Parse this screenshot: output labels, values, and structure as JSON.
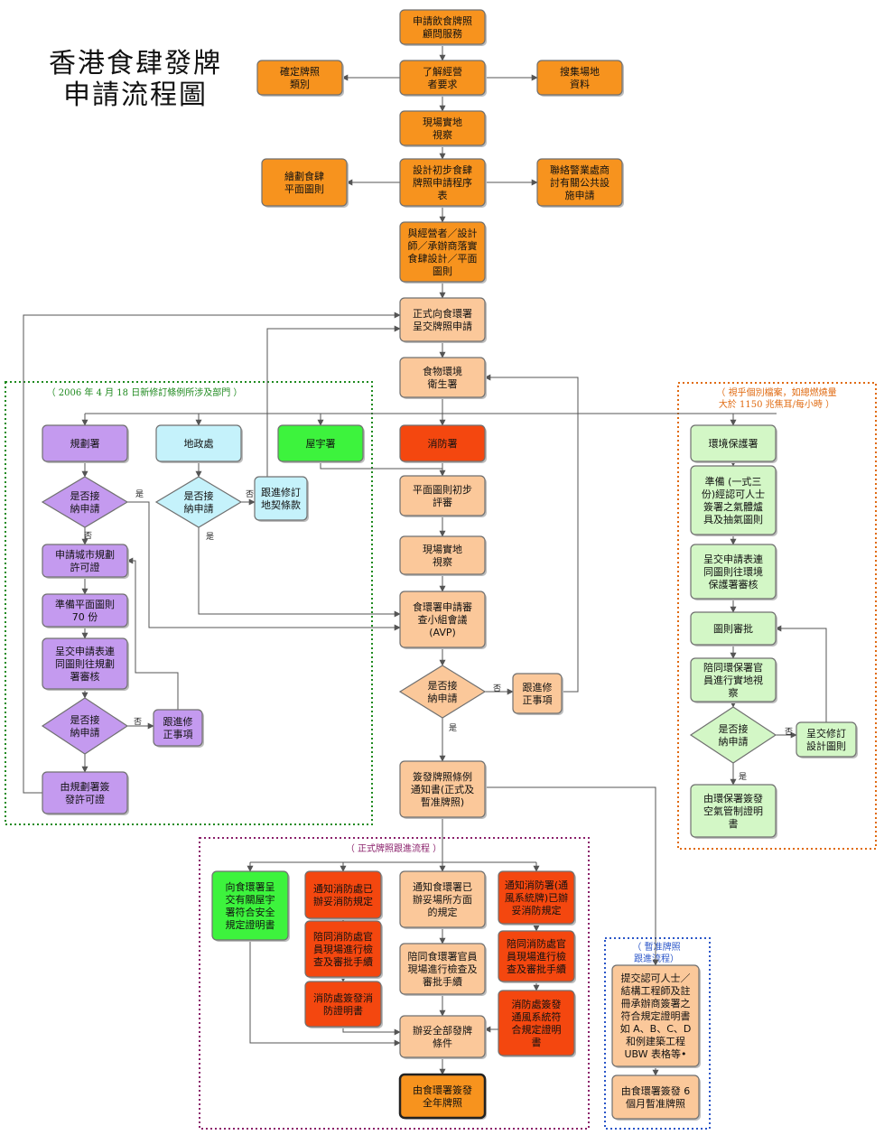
{
  "title": {
    "line1": "香港食肆發牌",
    "line2": "申請流程圖"
  },
  "colors": {
    "orange": "#f7931e",
    "peach": "#fbc89a",
    "purple": "#c49aef",
    "cyan": "#c5f2fb",
    "green": "#3df33d",
    "red": "#f4470f",
    "lightgreen": "#d3f7c6",
    "edge": "#707070"
  },
  "groups": {
    "g2006": "（ 2006 年 4 月 18 日新修訂條例所涉及部門 ）",
    "env": "（ 視乎個別檔案，如總燃燒量\n大於 1150 兆焦耳/每小時 ）",
    "formal": "（ 正式牌照跟進流程 ）",
    "temp": "（ 暫准牌照\n跟進流程）"
  },
  "yn": {
    "yes": "是",
    "no": "否"
  },
  "nodes": {
    "n1": "申請飲食牌照\n顧問服務",
    "n2": "了解經營\n者要求",
    "n2l": "確定牌照\n類別",
    "n2r": "搜集場地\n資料",
    "n3": "現場實地\n視察",
    "n4": "設計初步食肆\n牌照申請程序\n表",
    "n4l": "繪劃食肆\n平面圖則",
    "n4r": "聯絡警業處商\n討有關公共設\n施申請",
    "n5": "與經營者／設計\n師／承辦商落實\n食肆設計／平面\n圖則",
    "n6": "正式向食環署\n呈交牌照申請",
    "n7": "食物環境\n衛生署",
    "planning": "規劃署",
    "lands": "地政處",
    "bd": "屋宇署",
    "fsd": "消防署",
    "epd": "環境保護署",
    "pq1": "是否接\n納申請",
    "lq1": "是否接\n納申請",
    "lfollow": "跟進修訂\n地契條款",
    "p_permit": "申請城市規劃\n許可證",
    "p_plan": "準備平面圖則\n70 份",
    "p_submit": "呈交申請表連\n同圖則往規劃\n署審核",
    "pq2": "是否接\n納申請",
    "p_follow": "跟進修\n正事項",
    "p_issue": "由規劃署簽\n發許可證",
    "c1": "平面圖則初步\n評審",
    "c2": "現場實地\n視察",
    "c3": "食環署申請審\n查小組會議\n(AVP)",
    "cq": "是否接\n納申請",
    "cfollow": "跟進修\n正事項",
    "c4": "簽發牌照條例\n通知書(正式及\n暫准牌照)",
    "e1": "準備 (一式三\n份)經認可人士\n簽署之氣體爐\n具及抽氣圖則",
    "e2": "呈交申請表連\n同圖則往環境\n保護署審核",
    "e3": "圖則審批",
    "e4": "陪同環保署官\n員進行實地視\n察",
    "eq": "是否接\n納申請",
    "efollow": "呈交修訂\n設計圖則",
    "e5": "由環保署簽發\n空氣管制證明\n書",
    "f1": "向食環署呈\n交有關屋宇\n署符合安全\n規定證明書",
    "f2a": "通知消防處已\n辦妥消防規定",
    "f2b": "陪同消防處官\n員現場進行檢\n查及審批手續",
    "f2c": "消防處簽發消\n防證明書",
    "f3a": "通知食環署已\n辦妥場所方面\n的規定",
    "f3b": "陪同食環署官員\n現場進行檢查及\n審批手續",
    "f4a": "通知消防署(通\n風系統牌)已辦\n妥消防規定",
    "f4b": "陪同消防處官\n員現場進行檢\n查及審批手續",
    "f4c": "消防處簽發\n通風系統符\n合規定證明\n書",
    "f5": "辦妥全部發牌\n條件",
    "f6": "由食環署簽發\n全年牌照",
    "t1": "提交認可人士／\n結構工程師及註\n冊承辦商簽署之\n符合規定證明書\n如 A、B、C、D\n和例建築工程\nUBW 表格等•",
    "t2": "由食環署簽發 6\n個月暫准牌照"
  }
}
